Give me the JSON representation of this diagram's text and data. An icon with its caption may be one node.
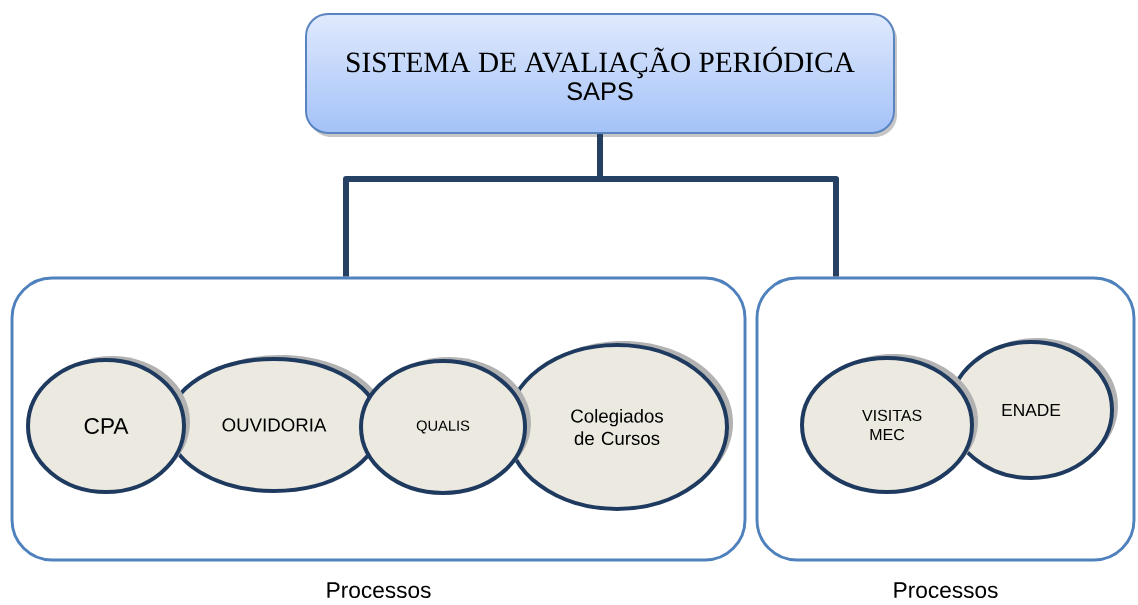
{
  "diagram": {
    "nodes": [
      {
        "text": [
          "SISTEMA DE AVALIAÇÃO PERIÓDICA",
          "SAPS"
        ]
      },
      {
        "text": [],
        "shape": "box",
        "beside": [
          "Processos"
        ]
      },
      {
        "text": [],
        "shape": "box",
        "beside": [
          "Processos"
        ]
      },
      {
        "text": [
          "CPA"
        ],
        "in": 1
      },
      {
        "text": [
          "OUVIDORIA"
        ],
        "in": 1
      },
      {
        "text": [
          "QUALIS"
        ],
        "in": 1
      },
      {
        "text": [
          "Colegiados de Cursos"
        ],
        "in": 1
      },
      {
        "text": [
          "VISITAS MEC"
        ],
        "in": 2
      },
      {
        "text": [
          "ENADE"
        ],
        "in": 2
      }
    ],
    "edges": [
      {
        "from": 0,
        "to": 1,
        "arrow": "none"
      },
      {
        "from": 0,
        "to": 2,
        "arrow": "none"
      }
    ]
  }
}
